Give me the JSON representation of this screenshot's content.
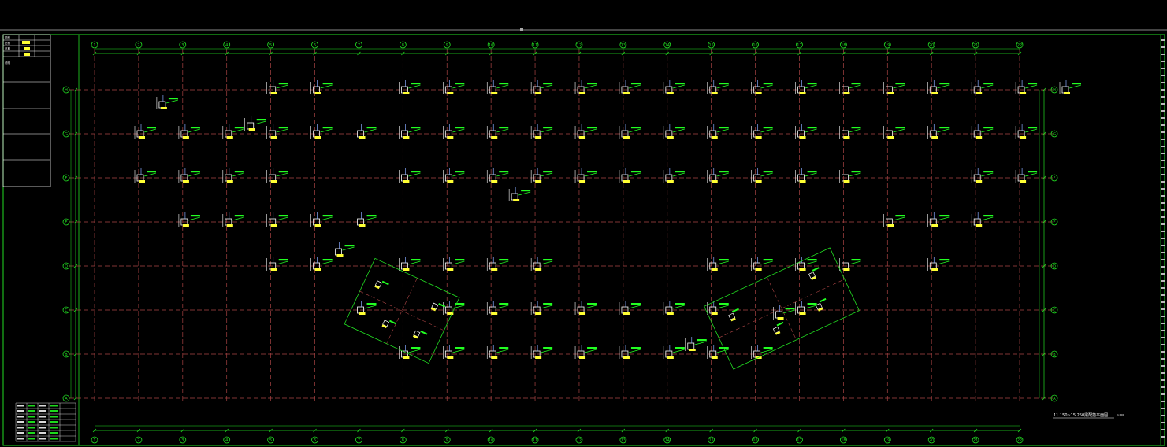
{
  "drawing": {
    "title": "11.150~15.250梁配筋平面图",
    "scale": "1:100"
  },
  "colors": {
    "background": "#000000",
    "frame": "#22dd22",
    "axis_line": "#aa4444",
    "column": "#ffffff",
    "annotation_green": "#22ff22",
    "annotation_yellow": "#ffff33",
    "annotation_blue": "#88aaff"
  },
  "grid": {
    "columns": [
      "1",
      "2",
      "3",
      "4",
      "5",
      "6",
      "7",
      "8",
      "9",
      "10",
      "11",
      "12",
      "13",
      "14",
      "15",
      "16",
      "17",
      "18",
      "19",
      "20",
      "21",
      "22"
    ],
    "rows": [
      "A",
      "B",
      "C",
      "D",
      "E",
      "F",
      "G",
      "H"
    ]
  },
  "title_block": {
    "rows": [
      [
        "图号",
        "编号",
        "审核"
      ],
      [
        "比例",
        "1:100",
        "签名"
      ],
      [
        "日期",
        "",
        "出图"
      ]
    ],
    "sections": [
      "说明",
      "",
      "",
      "",
      ""
    ]
  }
}
